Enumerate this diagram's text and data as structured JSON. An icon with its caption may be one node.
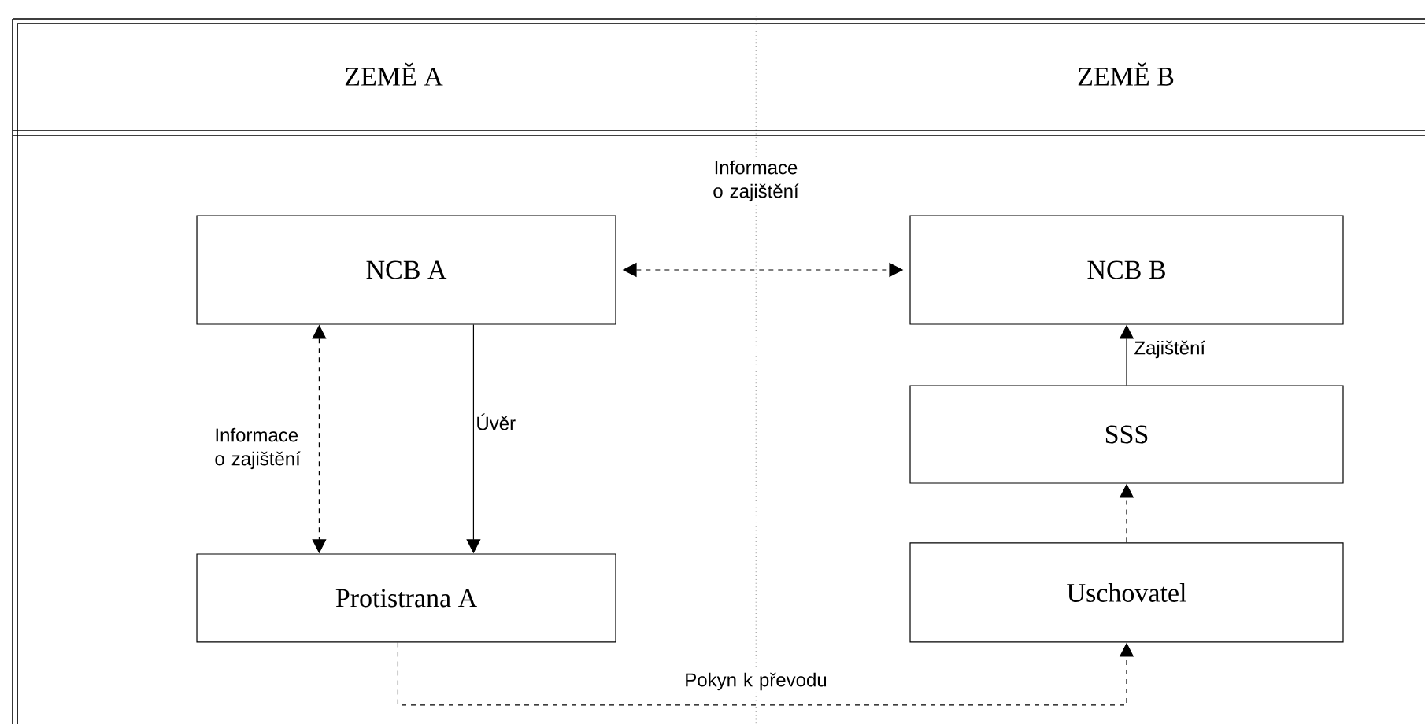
{
  "diagram": {
    "nodes": [
      {
        "text": [
          "NCB A"
        ]
      },
      {
        "text": [
          "NCB B"
        ]
      },
      {
        "text": [
          "SSS"
        ]
      },
      {
        "text": [
          "Protistrana A"
        ]
      },
      {
        "text": [
          "Uschovatel"
        ]
      }
    ],
    "edges": [
      {
        "from": 0,
        "to": 1,
        "arrow": "both",
        "style": "dashed",
        "label": "Informace o zajištění"
      },
      {
        "from": 0,
        "to": 3,
        "arrow": "both",
        "style": "dashed",
        "label": "Informace o zajištění"
      },
      {
        "from": 0,
        "to": 3,
        "arrow": "to",
        "label": "Úvěr"
      },
      {
        "from": 2,
        "to": 1,
        "arrow": "to",
        "label": "Zajištění"
      },
      {
        "from": 4,
        "to": 2,
        "arrow": "to",
        "style": "dashed"
      },
      {
        "from": 3,
        "to": 4,
        "arrow": "to",
        "style": "dashed",
        "label": "Pokyn k převodu"
      }
    ],
    "labels": [
      "ZEMĚ A",
      "ZEMĚ B"
    ]
  }
}
